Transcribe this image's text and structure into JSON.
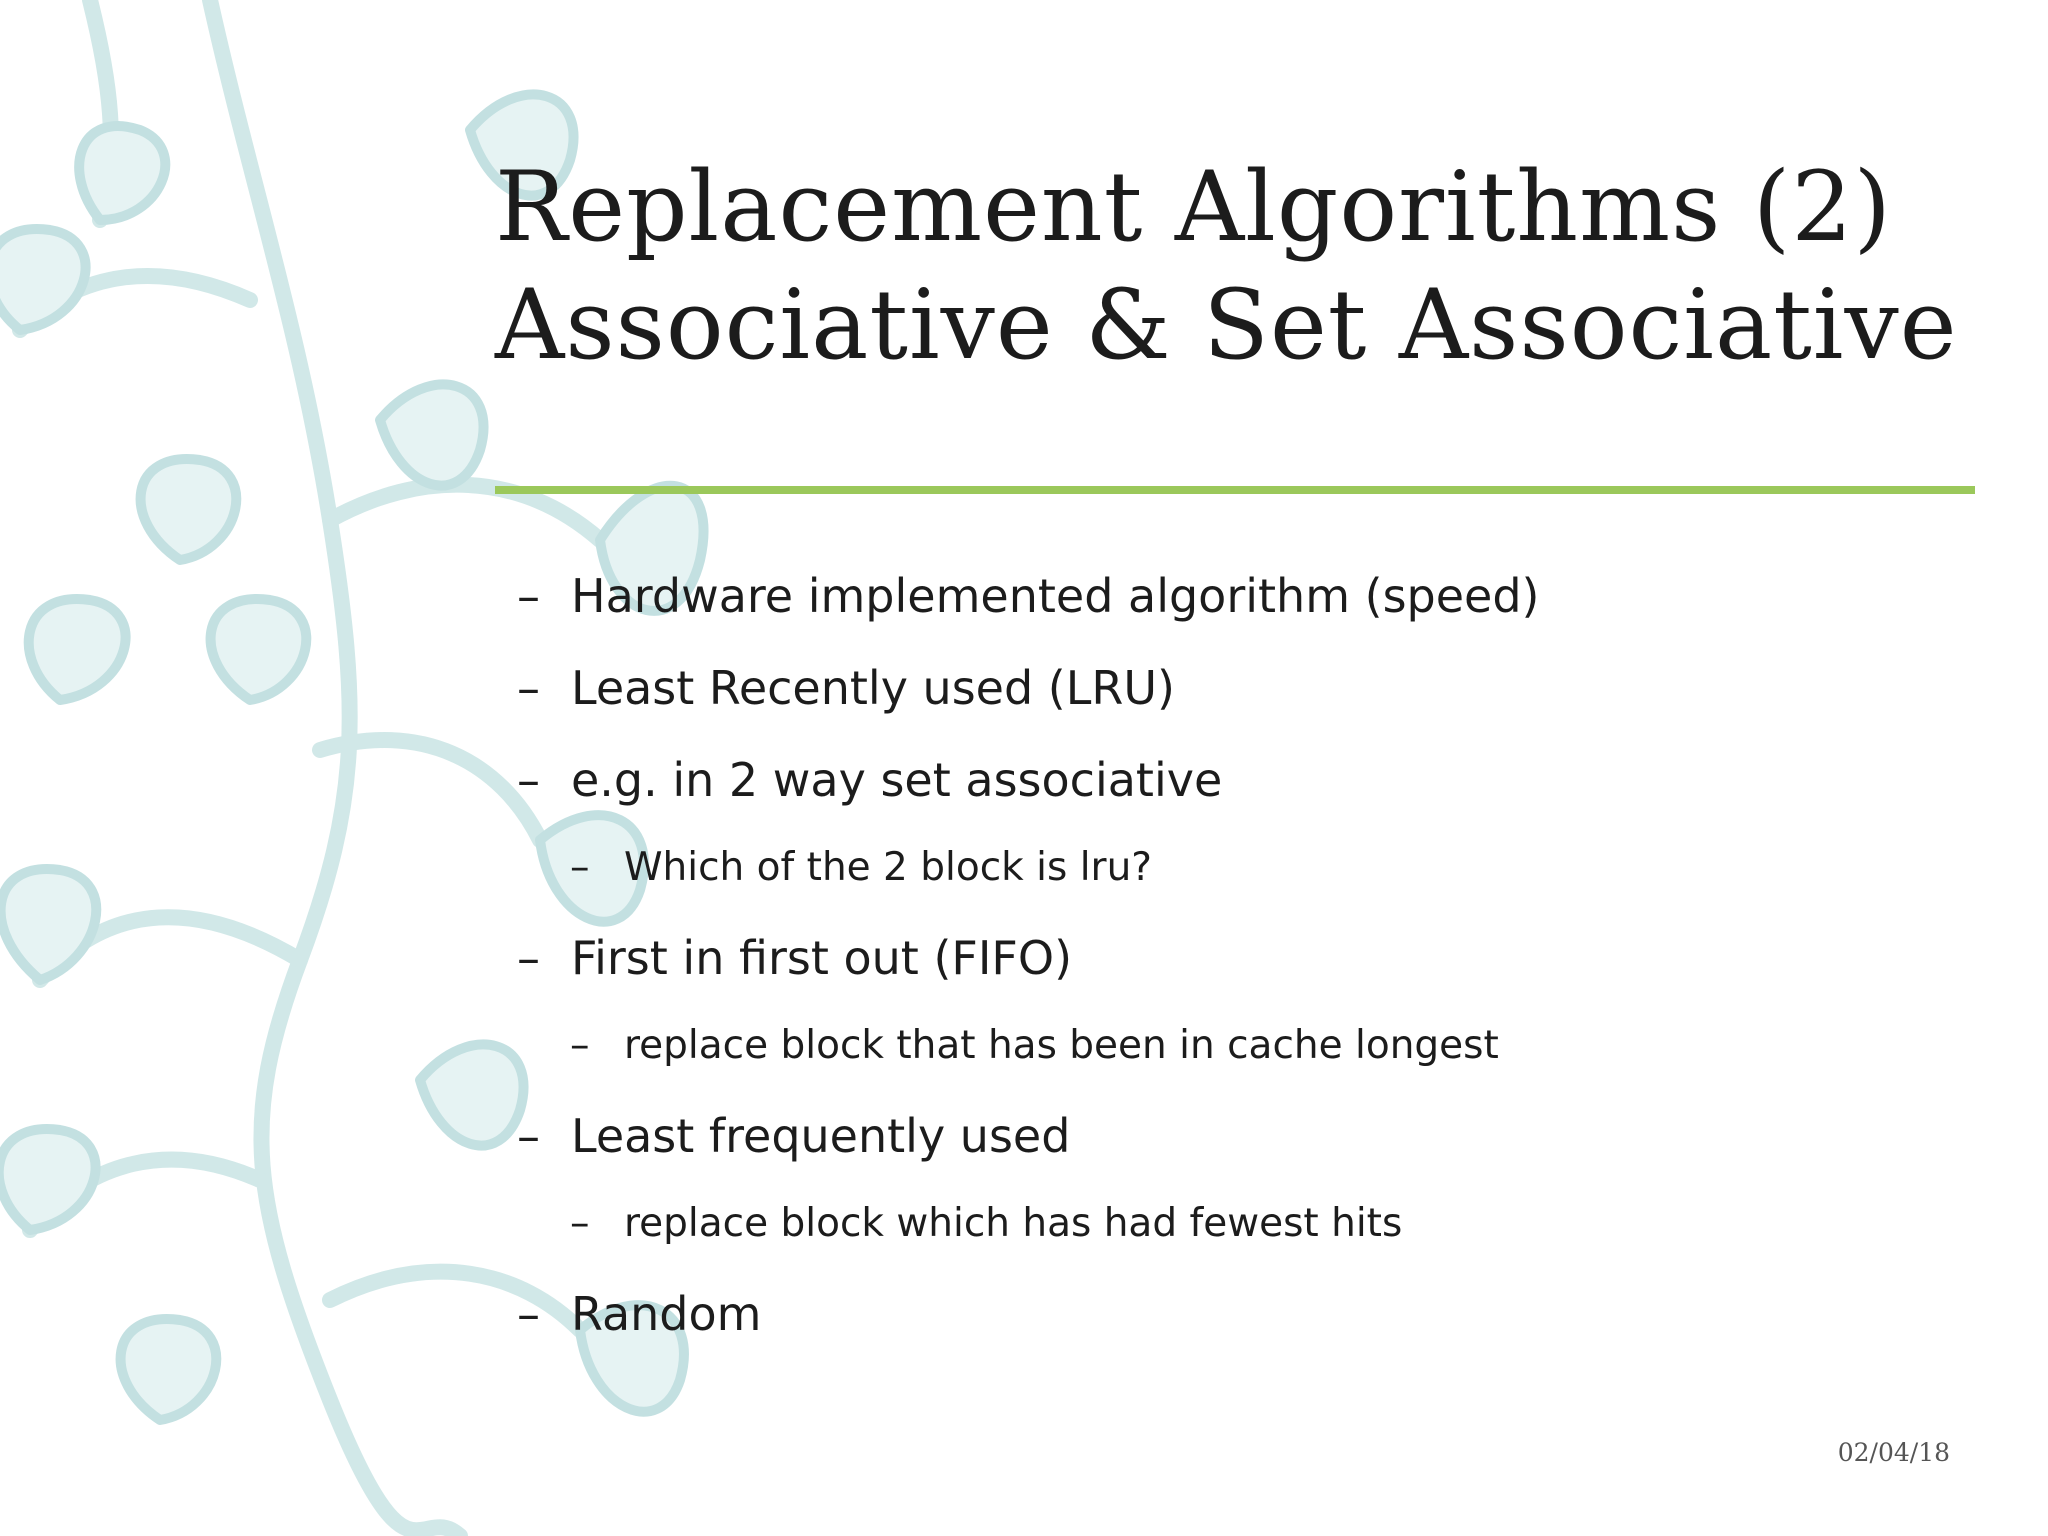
{
  "slide": {
    "title_line1": "Replacement Algorithms (2)",
    "title_line2": "Associative & Set Associative",
    "bullets": [
      {
        "level": 1,
        "text": "Hardware implemented algorithm (speed)"
      },
      {
        "level": 1,
        "text": "Least Recently used (LRU)"
      },
      {
        "level": 1,
        "text": "e.g. in 2 way set associative"
      },
      {
        "level": 2,
        "text": "Which of the 2 block is lru?"
      },
      {
        "level": 1,
        "text": "First in first out (FIFO)"
      },
      {
        "level": 2,
        "text": "replace block that has been in cache longest"
      },
      {
        "level": 1,
        "text": "Least frequently used"
      },
      {
        "level": 2,
        "text": "replace block which has had fewest hits"
      },
      {
        "level": 1,
        "text": "Random"
      }
    ],
    "bullet_marker": "–",
    "date": "02/04/18"
  },
  "colors": {
    "accent_rule": "#9bc85b",
    "decor_leaf": "#c6e3e3",
    "text": "#1c1c1c"
  }
}
